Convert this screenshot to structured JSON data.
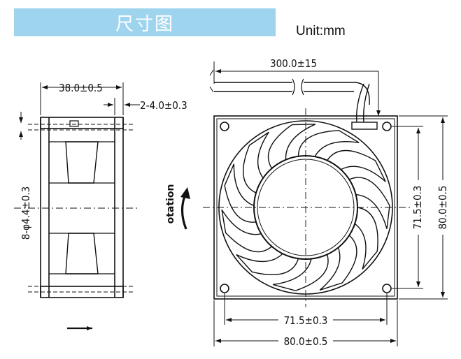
{
  "header": {
    "title": "尺寸图",
    "unit": "Unit:mm",
    "banner_color": "#9fd4ef"
  },
  "dimensions": {
    "cable_length": "300.0±15",
    "depth": "38.0±0.5",
    "flange": "2-4.0±0.3",
    "holes": "8-φ4.4±0.3",
    "hole_spacing_v": "71.5±0.3",
    "size_v": "80.0±0.5",
    "hole_spacing_h": "71.5±0.3",
    "size_h": "80.0±0.5"
  },
  "labels": {
    "rotation": "otation"
  }
}
